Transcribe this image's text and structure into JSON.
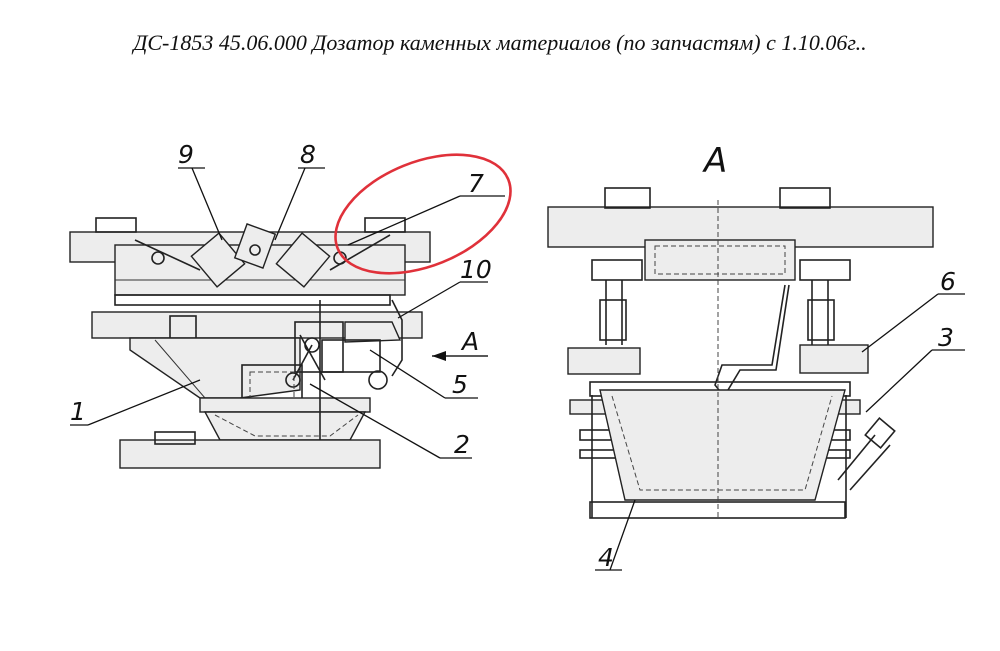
{
  "title": "ДС-1853 45.06.000 Дозатор каменных материалов (по запчастям) с 1.10.06г..",
  "view_label": "А",
  "side_view_arrow_label": "А",
  "callouts": {
    "c1": "1",
    "c2": "2",
    "c3": "3",
    "c4": "4",
    "c5": "5",
    "c6": "6",
    "c7": "7",
    "c8": "8",
    "c9": "9",
    "c10": "10"
  },
  "highlight_color": "#e0313a"
}
